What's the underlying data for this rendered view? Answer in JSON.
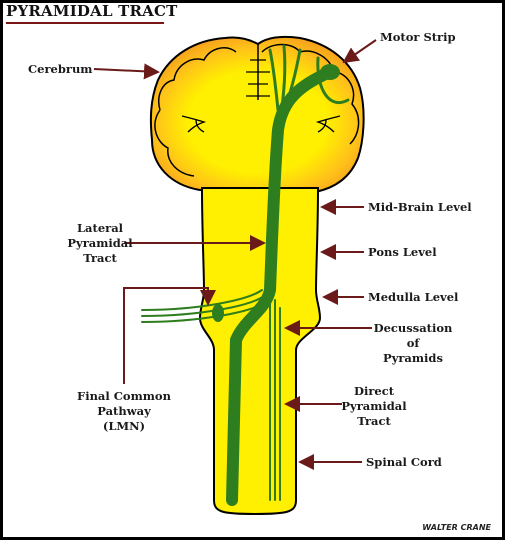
{
  "title": "PYRAMIDAL TRACT",
  "labels": {
    "cerebrum": "Cerebrum",
    "motor_strip": "Motor Strip",
    "mid_brain": "Mid-Brain Level",
    "lateral_tract": [
      "Lateral",
      "Pyramidal",
      "Tract"
    ],
    "pons": "Pons Level",
    "medulla": "Medulla Level",
    "decussation": [
      "Decussation",
      "of",
      "Pyramids"
    ],
    "final_pathway": [
      "Final Common",
      "Pathway",
      "(LMN)"
    ],
    "direct_tract": [
      "Direct",
      "Pyramidal",
      "Tract"
    ],
    "spinal_cord": "Spinal Cord"
  },
  "signature": "WALTER CRANE",
  "colors": {
    "cortex_orange": "#f5a623",
    "brainstem_yellow": "#ffef00",
    "tract_green": "#2e7d1e",
    "arrow": "#6b1a1a"
  }
}
